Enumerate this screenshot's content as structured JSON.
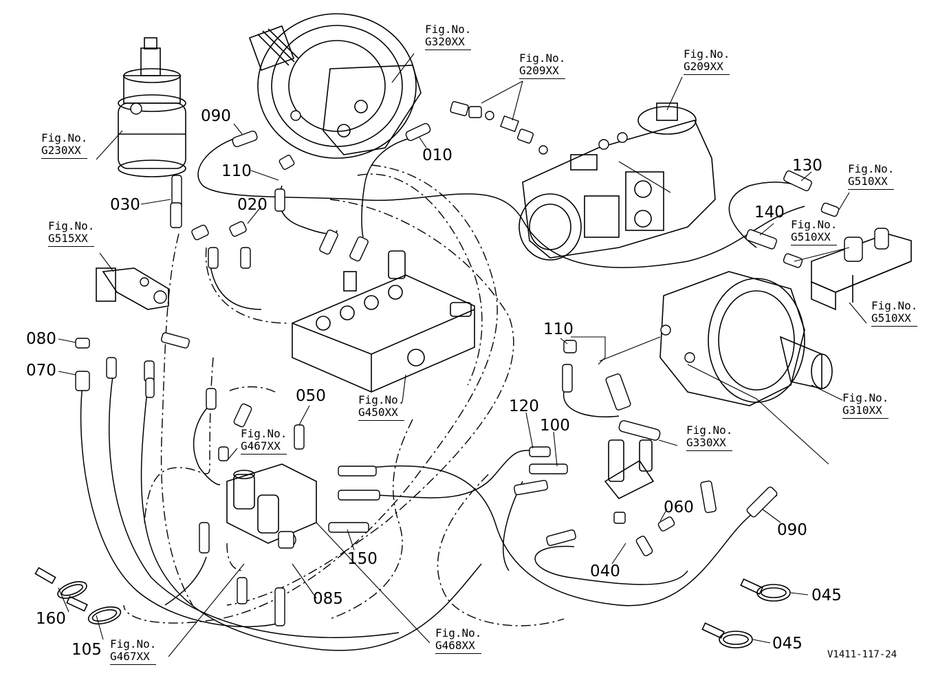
{
  "diagram": {
    "drawing_id": "V1411-117-24",
    "part_labels": [
      "090",
      "110",
      "030",
      "020",
      "010",
      "130",
      "140",
      "080",
      "070",
      "050",
      "110",
      "120",
      "100",
      "060",
      "090",
      "150",
      "040",
      "085",
      "160",
      "105",
      "045",
      "045"
    ],
    "figure_refs": [
      {
        "prefix": "Fig.No.",
        "code": "G320XX"
      },
      {
        "prefix": "Fig.No.",
        "code": "G209XX"
      },
      {
        "prefix": "Fig.No.",
        "code": "G209XX"
      },
      {
        "prefix": "Fig.No.",
        "code": "G230XX"
      },
      {
        "prefix": "Fig.No.",
        "code": "G515XX"
      },
      {
        "prefix": "Fig.No.",
        "code": "G510XX"
      },
      {
        "prefix": "Fig.No.",
        "code": "G510XX"
      },
      {
        "prefix": "Fig.No.",
        "code": "G510XX"
      },
      {
        "prefix": "Fig.No.",
        "code": "G450XX"
      },
      {
        "prefix": "Fig.No.",
        "code": "G310XX"
      },
      {
        "prefix": "Fig.No.",
        "code": "G467XX"
      },
      {
        "prefix": "Fig.No.",
        "code": "G330XX"
      },
      {
        "prefix": "Fig.No.",
        "code": "G467XX"
      },
      {
        "prefix": "Fig.No.",
        "code": "G468XX"
      }
    ]
  }
}
